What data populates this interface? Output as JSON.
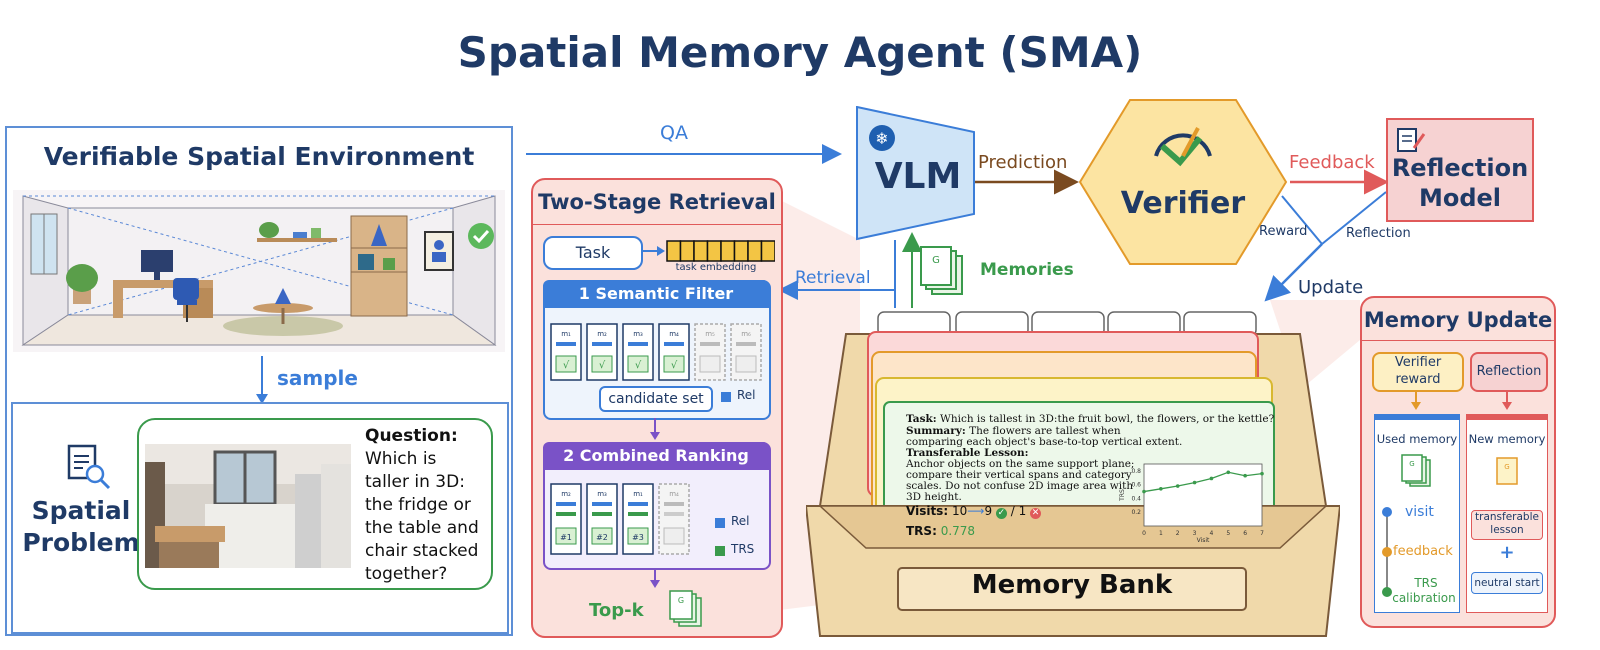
{
  "title": "Spatial Memory Agent (SMA)",
  "environment": {
    "heading": "Verifiable Spatial Environment",
    "sample_label": "sample",
    "problem_label_line1": "Spatial",
    "problem_label_line2": "Problem",
    "question_heading": "Question:",
    "question_lines": [
      "Which is",
      "taller in 3D:",
      "the fridge or",
      "the table and",
      "chair stacked",
      "together?"
    ]
  },
  "flow": {
    "qa": "QA",
    "prediction": "Prediction",
    "feedback": "Feedback",
    "reward": "Reward",
    "reflection": "Reflection",
    "update": "Update",
    "retrieval": "Retrieval",
    "memories": "Memories"
  },
  "vlm": {
    "label": "VLM"
  },
  "verifier": {
    "label": "Verifier"
  },
  "reflection_model": {
    "line1": "Reflection",
    "line2": "Model"
  },
  "retrieval_panel": {
    "heading": "Two-Stage Retrieval",
    "task": "Task",
    "task_embedding": "task embedding",
    "stage1": "1   Semantic Filter",
    "stage2": "2   Combined Ranking",
    "candidate_set": "candidate set",
    "rel": "Rel",
    "trs": "TRS",
    "topk": "Top-k",
    "docs1": [
      "m₁",
      "m₂",
      "m₃",
      "m₄",
      "m₅",
      "m₆"
    ],
    "docs2": [
      "m₂",
      "m₃",
      "m₁",
      "m₄"
    ],
    "ranks": [
      "#1",
      "#2",
      "#3"
    ],
    "check": "√",
    "doc_glyph": "G"
  },
  "memory_bank": {
    "label": "Memory Bank",
    "card": {
      "task_key": "Task:",
      "task_val": "Which is tallest in 3D:the fruit bowl, the flowers, or the kettle?",
      "summary_key": "Summary:",
      "summary_line1": "The flowers are tallest when",
      "summary_line2": "comparing each object's base-to-top vertical extent.",
      "lesson_key": "Transferable Lesson:",
      "lesson_line1": "Anchor objects on the same support plane;",
      "lesson_line2": "compare  their vertical spans and category",
      "lesson_line3": "scales. Do not confuse 2D image area with",
      "lesson_line4": "3D height.",
      "visits_key": "Visits:",
      "visits_from": "10",
      "visits_to": "9",
      "visits_sep": "/ 1",
      "trs_key": "TRS:",
      "trs_val": "0.778"
    }
  },
  "memory_update": {
    "heading": "Memory Update",
    "verifier_reward_line1": "Verifier",
    "verifier_reward_line2": "reward",
    "reflection": "Reflection",
    "used_memory": "Used memory",
    "new_memory": "New memory",
    "visit": "visit",
    "feedback": "feedback",
    "trs_line1": "TRS",
    "trs_line2": "calibration",
    "transferable_line1": "transferable",
    "transferable_line2": "lesson",
    "plus": "+",
    "neutral_start": "neutral start"
  },
  "chart_data": {
    "type": "line",
    "x": [
      0,
      1,
      2,
      3,
      4,
      5,
      6,
      7
    ],
    "y": [
      0.5,
      0.54,
      0.58,
      0.63,
      0.69,
      0.78,
      0.73,
      0.76
    ],
    "xticks": [
      "0",
      "1",
      "2",
      "3",
      "4",
      "5",
      "6",
      "7"
    ],
    "yticks": [
      "0.2",
      "0.4",
      "0.6",
      "0.8"
    ],
    "ylim": [
      0.0,
      0.9
    ],
    "xlim": [
      0,
      7
    ],
    "xlabel": "Visit",
    "ylabel": "TRS"
  },
  "colors": {
    "navy": "#1f3a66",
    "blue": "#3b7dd8",
    "green": "#3a9a4c",
    "red": "#e05a5a",
    "orange": "#e39a2a",
    "purple": "#7a52c7",
    "verifier_fill": "#fce4a2",
    "reflection_fill": "#f6d2d2",
    "panel_fill": "#fbe1dc",
    "wood": "#f0d9aa"
  }
}
